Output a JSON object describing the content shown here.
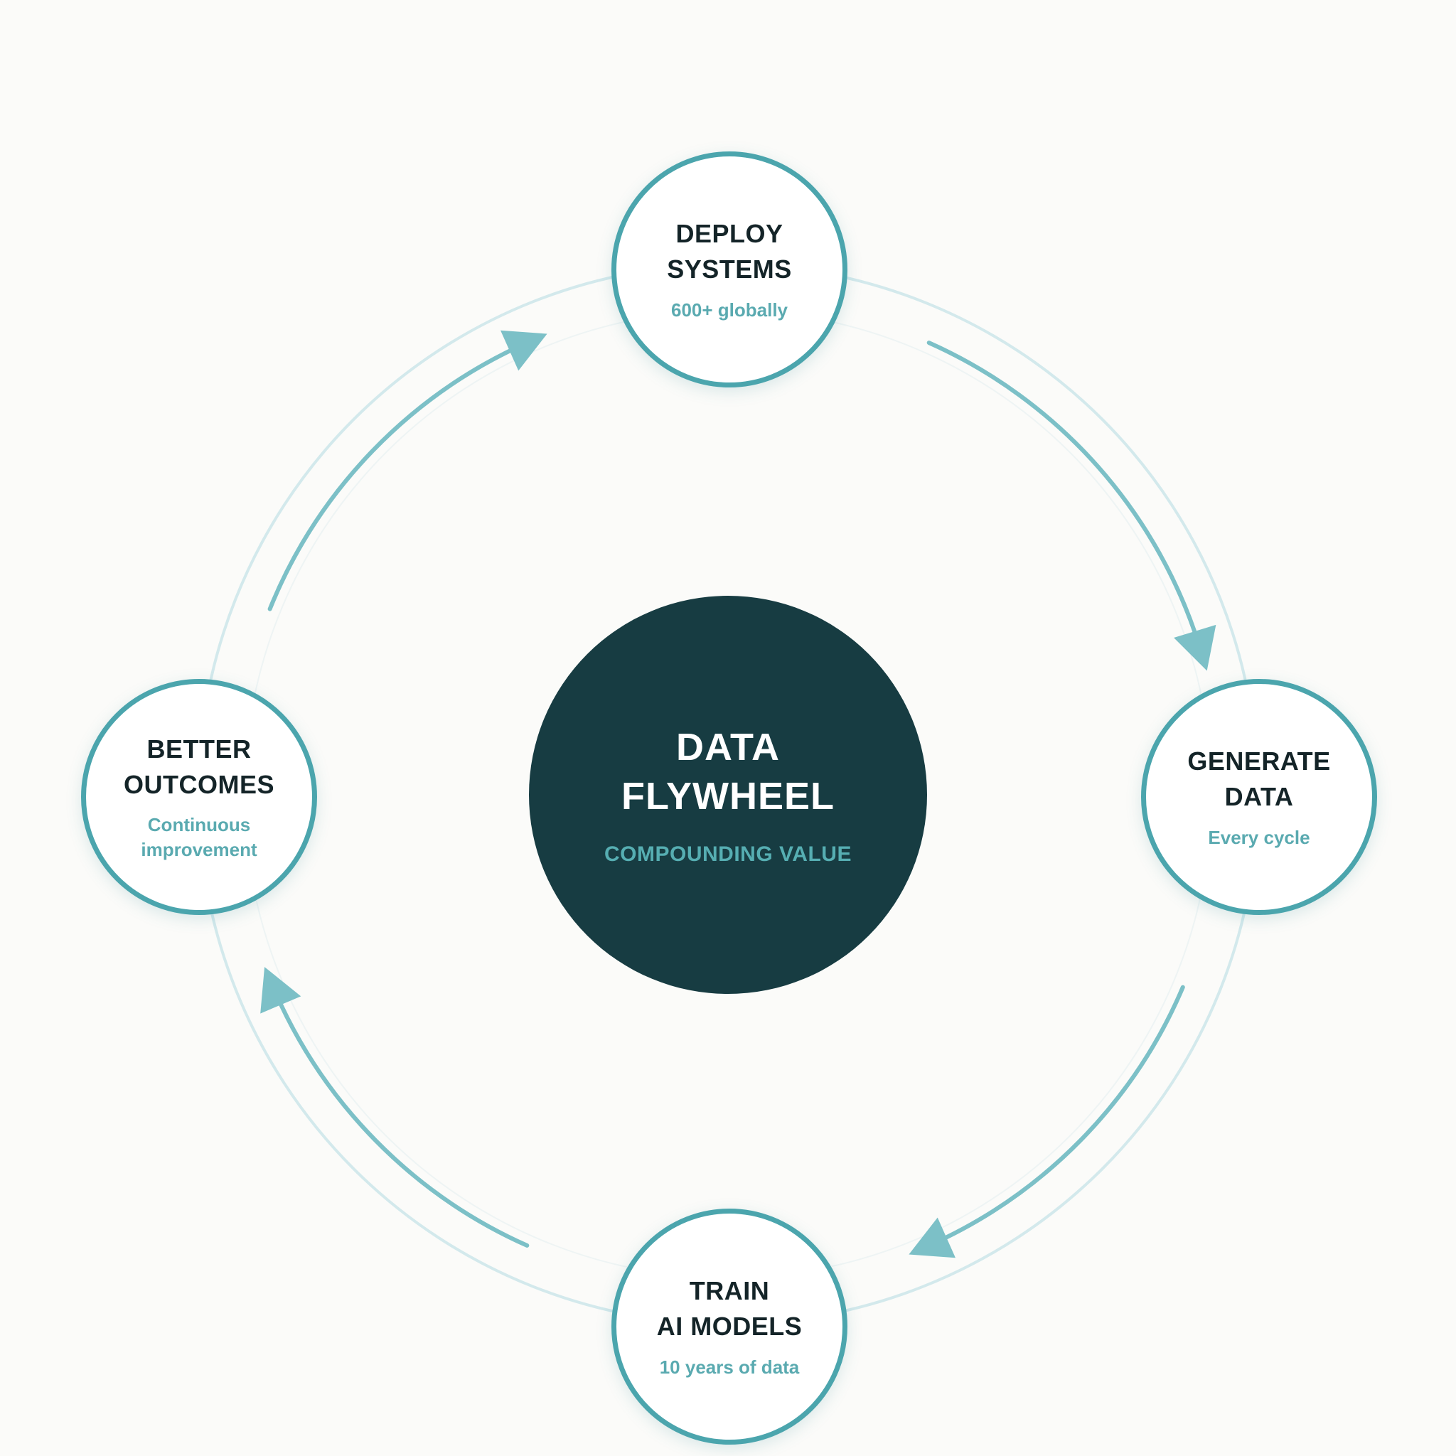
{
  "colors": {
    "background": "#fbfbf9",
    "ring": "#d3e9ec",
    "arrow": "#7cc0c7",
    "node_border": "#4ba5ad",
    "hub_fill": "#173c42",
    "hub_accent": "#56aeb2",
    "node_text": "#142428"
  },
  "hub": {
    "title": "DATA\nFLYWHEEL",
    "subtitle": "COMPOUNDING VALUE"
  },
  "nodes": {
    "deploy": {
      "title": "DEPLOY\nSYSTEMS",
      "subtitle": "600+ globally"
    },
    "generate": {
      "title": "GENERATE\nDATA",
      "subtitle": "Every cycle"
    },
    "train": {
      "title": "TRAIN\nAI MODELS",
      "subtitle": "10 years of data"
    },
    "better": {
      "title": "BETTER\nOUTCOMES",
      "subtitle": "Continuous\nimprovement"
    }
  },
  "cycle": [
    "deploy",
    "generate",
    "train",
    "better"
  ]
}
